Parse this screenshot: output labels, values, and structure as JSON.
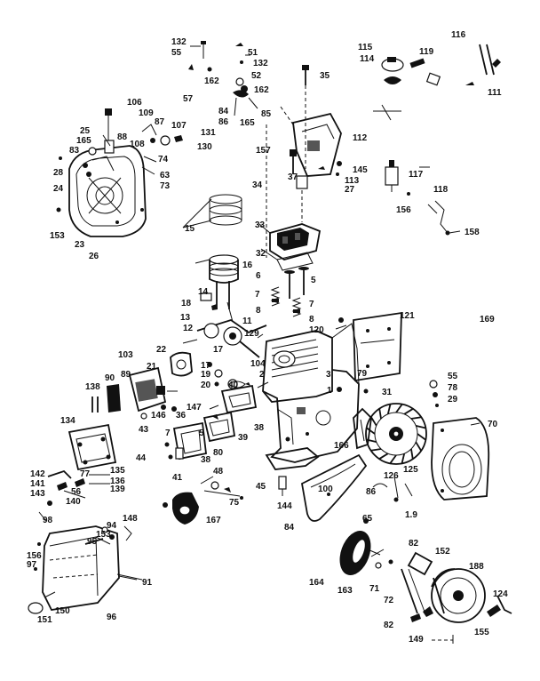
{
  "diagram": {
    "labels": [
      {
        "text": "132"
      },
      {
        "text": "55"
      },
      {
        "text": "51"
      },
      {
        "text": "132"
      },
      {
        "text": "52"
      },
      {
        "text": "162"
      },
      {
        "text": "57"
      },
      {
        "text": "162"
      },
      {
        "text": "84"
      },
      {
        "text": "86"
      },
      {
        "text": "165"
      },
      {
        "text": "85"
      },
      {
        "text": "35"
      },
      {
        "text": "115"
      },
      {
        "text": "114"
      },
      {
        "text": "119"
      },
      {
        "text": "116"
      },
      {
        "text": "111"
      },
      {
        "text": "106"
      },
      {
        "text": "109"
      },
      {
        "text": "87"
      },
      {
        "text": "107"
      },
      {
        "text": "131"
      },
      {
        "text": "25"
      },
      {
        "text": "88"
      },
      {
        "text": "108"
      },
      {
        "text": "130"
      },
      {
        "text": "165"
      },
      {
        "text": "83"
      },
      {
        "text": "74"
      },
      {
        "text": "28"
      },
      {
        "text": "63"
      },
      {
        "text": "73"
      },
      {
        "text": "24"
      },
      {
        "text": "157"
      },
      {
        "text": "112"
      },
      {
        "text": "145"
      },
      {
        "text": "113"
      },
      {
        "text": "27"
      },
      {
        "text": "117"
      },
      {
        "text": "37"
      },
      {
        "text": "34"
      },
      {
        "text": "118"
      },
      {
        "text": "156"
      },
      {
        "text": "158"
      },
      {
        "text": "153"
      },
      {
        "text": "23"
      },
      {
        "text": "26"
      },
      {
        "text": "15"
      },
      {
        "text": "33"
      },
      {
        "text": "32"
      },
      {
        "text": "16"
      },
      {
        "text": "6"
      },
      {
        "text": "5"
      },
      {
        "text": "14"
      },
      {
        "text": "7"
      },
      {
        "text": "7"
      },
      {
        "text": "169"
      },
      {
        "text": "18"
      },
      {
        "text": "8"
      },
      {
        "text": "8"
      },
      {
        "text": "121"
      },
      {
        "text": "13"
      },
      {
        "text": "11"
      },
      {
        "text": "12"
      },
      {
        "text": "129"
      },
      {
        "text": "120"
      },
      {
        "text": "22"
      },
      {
        "text": "17"
      },
      {
        "text": "104"
      },
      {
        "text": "103"
      },
      {
        "text": "21"
      },
      {
        "text": "17"
      },
      {
        "text": "19"
      },
      {
        "text": "2"
      },
      {
        "text": "3"
      },
      {
        "text": "79"
      },
      {
        "text": "20"
      },
      {
        "text": "40"
      },
      {
        "text": "90"
      },
      {
        "text": "89"
      },
      {
        "text": "55"
      },
      {
        "text": "78"
      },
      {
        "text": "138"
      },
      {
        "text": "147"
      },
      {
        "text": "1"
      },
      {
        "text": "31"
      },
      {
        "text": "29"
      },
      {
        "text": "146"
      },
      {
        "text": "36"
      },
      {
        "text": "39"
      },
      {
        "text": "38"
      },
      {
        "text": "70"
      },
      {
        "text": "134"
      },
      {
        "text": "43"
      },
      {
        "text": "166"
      },
      {
        "text": "7"
      },
      {
        "text": "5"
      },
      {
        "text": "80"
      },
      {
        "text": "44"
      },
      {
        "text": "38"
      },
      {
        "text": "142"
      },
      {
        "text": "77"
      },
      {
        "text": "135"
      },
      {
        "text": "141"
      },
      {
        "text": "136"
      },
      {
        "text": "41"
      },
      {
        "text": "125"
      },
      {
        "text": "143"
      },
      {
        "text": "56"
      },
      {
        "text": "139"
      },
      {
        "text": "140"
      },
      {
        "text": "48"
      },
      {
        "text": "45"
      },
      {
        "text": "100"
      },
      {
        "text": "126"
      },
      {
        "text": "86"
      },
      {
        "text": "75"
      },
      {
        "text": "144"
      },
      {
        "text": "98"
      },
      {
        "text": "1.9"
      },
      {
        "text": "167"
      },
      {
        "text": "84"
      },
      {
        "text": "148"
      },
      {
        "text": "65"
      },
      {
        "text": "153"
      },
      {
        "text": "94"
      },
      {
        "text": "156"
      },
      {
        "text": "95"
      },
      {
        "text": "82"
      },
      {
        "text": "152"
      },
      {
        "text": "97"
      },
      {
        "text": "188"
      },
      {
        "text": "91"
      },
      {
        "text": "164"
      },
      {
        "text": "163"
      },
      {
        "text": "72"
      },
      {
        "text": "71"
      },
      {
        "text": "124"
      },
      {
        "text": "150"
      },
      {
        "text": "151"
      },
      {
        "text": "96"
      },
      {
        "text": "82"
      },
      {
        "text": "149"
      },
      {
        "text": "155"
      }
    ]
  }
}
